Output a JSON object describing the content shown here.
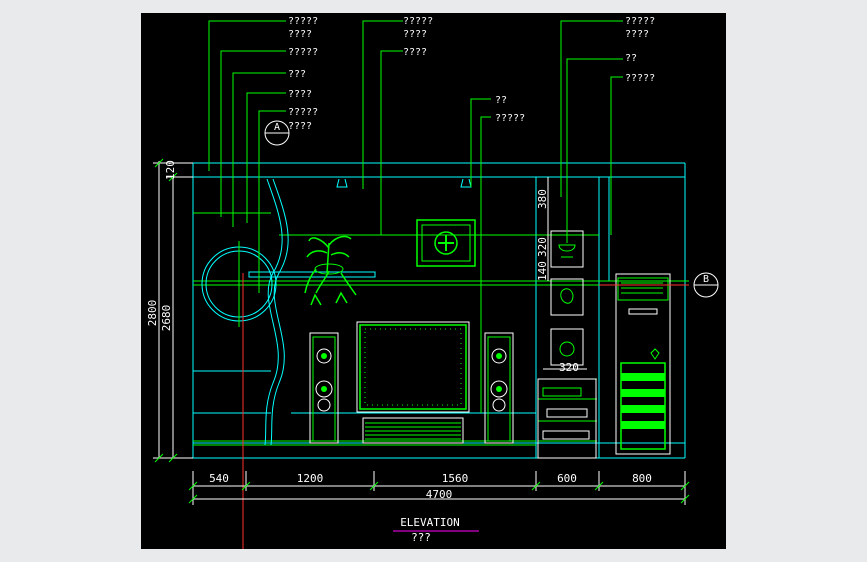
{
  "colors": {
    "background": "#000000",
    "canvas": "#e8eaec",
    "leader": "#00ff00",
    "outline": "#00ffff",
    "text": "#ffffff",
    "dimension": "#ffffff",
    "red": "#ff3030",
    "title_underline": "#ff00ff"
  },
  "labels_left": {
    "l1a": "?????",
    "l1b": "????",
    "l2": "?????",
    "l3": "???",
    "l4": "????",
    "l5": "?????",
    "l6": "????"
  },
  "labels_mid": {
    "m1a": "?????",
    "m1b": "????",
    "m2": "????",
    "m3": "??",
    "m4": "?????"
  },
  "labels_right": {
    "r1a": "?????",
    "r1b": "????",
    "r2": "??",
    "r3": "?????"
  },
  "section_markers": {
    "a": "A",
    "b": "B"
  },
  "dimensions_bottom": [
    "540",
    "1200",
    "1560",
    "600",
    "800"
  ],
  "dimension_total": "4700",
  "dimensions_left": {
    "top": "120",
    "overall": "2800",
    "inner": "2680"
  },
  "dimensions_shelf": {
    "d1": "380",
    "d2": "320",
    "d3": "140",
    "d4": "320"
  },
  "title": "ELEVATION",
  "subtitle": "???"
}
